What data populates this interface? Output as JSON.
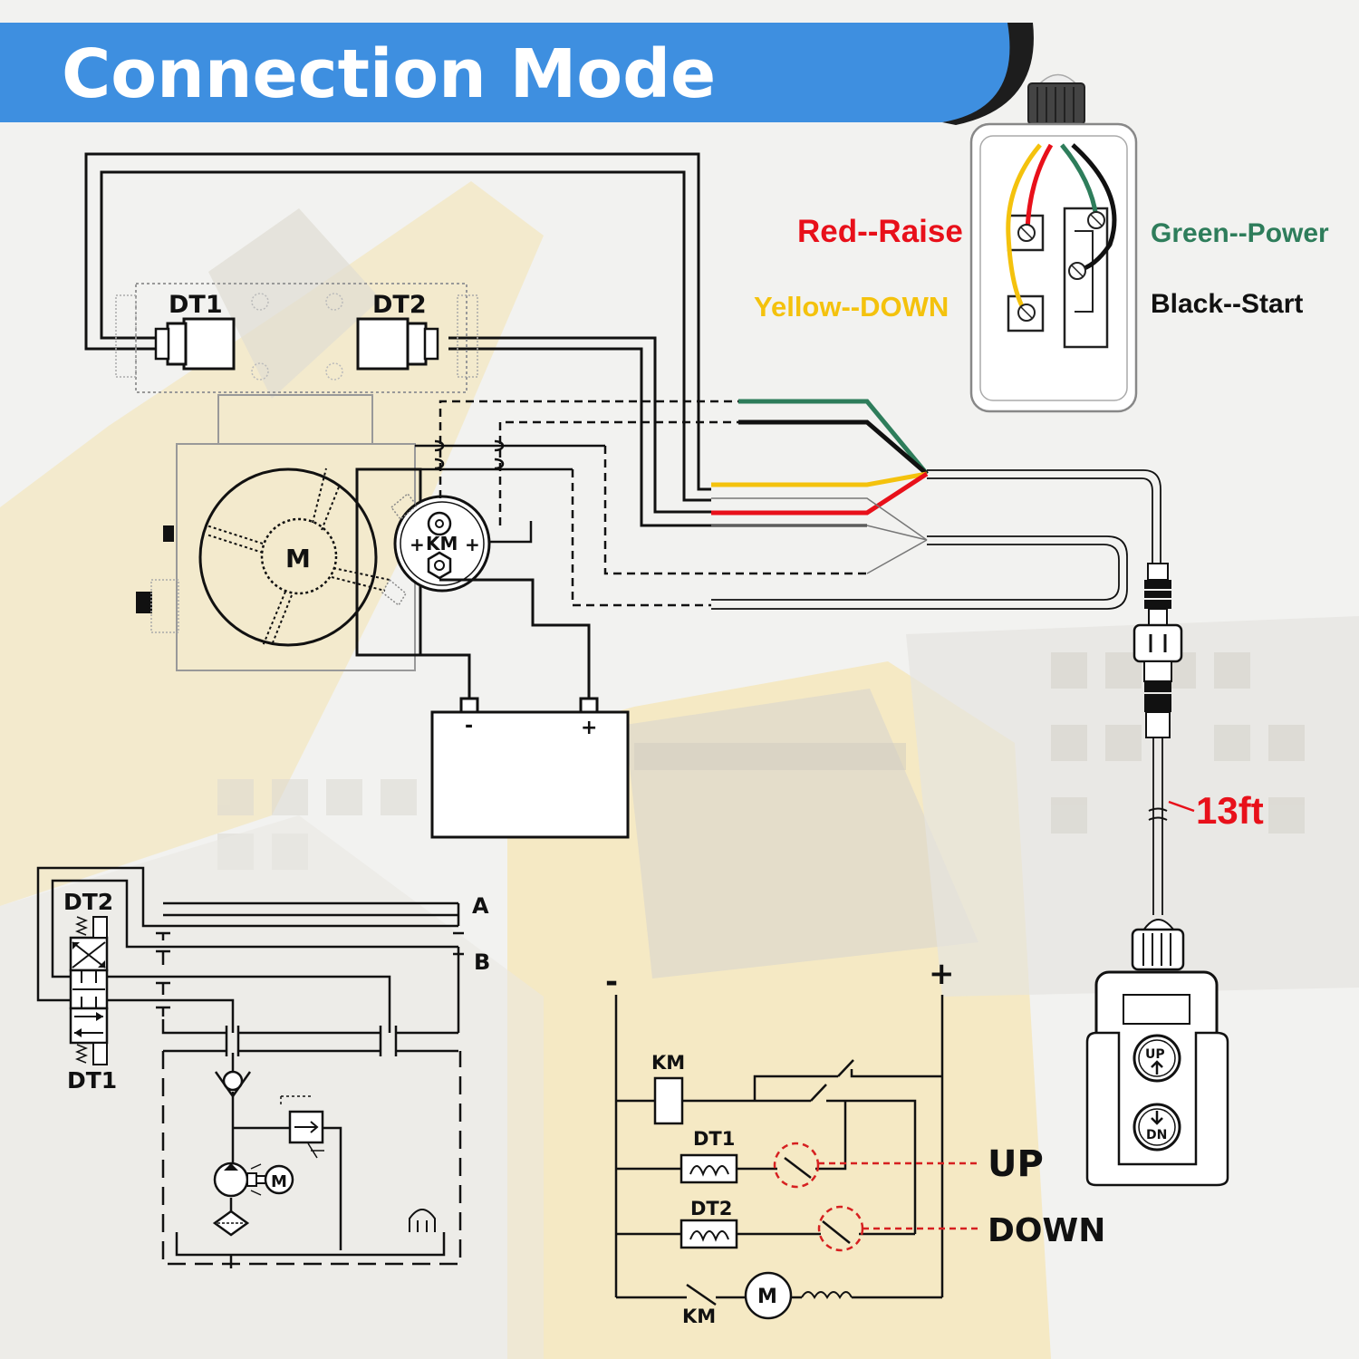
{
  "header": {
    "title": "Connection Mode",
    "accent_color": "#3e8fe0"
  },
  "top_diagram": {
    "valve_1_label": "DT1",
    "valve_2_label": "DT2",
    "motor_label": "M",
    "contactor_label": "KM",
    "contactor_plus_left": "+",
    "contactor_plus_right": "+",
    "battery_minus": "-",
    "battery_plus": "+"
  },
  "switch_box": {
    "red": {
      "label": "Red--Raise",
      "color": "#e8101a"
    },
    "yellow": {
      "label": "Yellow--DOWN",
      "color": "#f4c20d"
    },
    "green": {
      "label": "Green--Power",
      "color": "#2e7d5b"
    },
    "black": {
      "label": "Black--Start",
      "color": "#111111"
    }
  },
  "cable": {
    "length": "13ft",
    "length_color": "#e8101a"
  },
  "remote": {
    "up_button": "UP",
    "down_button": "DN"
  },
  "hydraulic_diagram": {
    "valve_top_label": "DT2",
    "valve_bottom_label": "DT1",
    "port_a": "A",
    "port_b": "B",
    "motor_label": "M"
  },
  "electrical_diagram": {
    "minus": "-",
    "plus": "+",
    "contactor_label": "KM",
    "coil_1_label": "DT1",
    "coil_2_label": "DT2",
    "switch_label": "KM",
    "motor_label": "M",
    "up_label": "UP",
    "down_label": "DOWN",
    "indicator_color": "#d62020"
  }
}
